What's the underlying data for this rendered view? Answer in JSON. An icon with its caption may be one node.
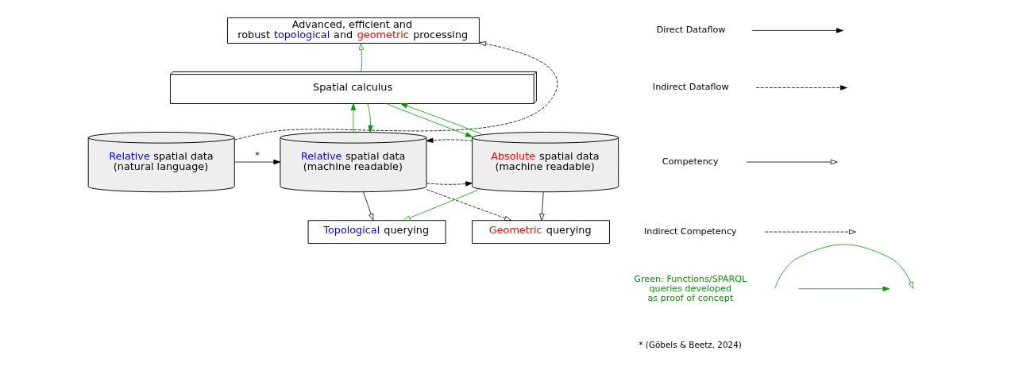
{
  "diagram": {
    "nodes": [
      {
        "text": [
          "Advanced, efficient and robust topological and geometric processing"
        ]
      },
      {
        "text": [
          "Spatial calculus"
        ]
      },
      {
        "text": [
          "Relative spatial data (natural language)"
        ]
      },
      {
        "text": [
          "Relative spatial data (machine readable)"
        ]
      },
      {
        "text": [
          "Absolute spatial data (machine readable)"
        ]
      },
      {
        "text": [
          "Topological querying"
        ]
      },
      {
        "text": [
          "Geometric querying"
        ]
      }
    ],
    "edges": [
      {
        "from": 2,
        "to": 0,
        "arrow": "to",
        "style": "dashed"
      },
      {
        "from": 1,
        "to": 0,
        "arrow": "to",
        "color": "#009900"
      },
      {
        "from": 3,
        "to": 1,
        "arrow": "to",
        "color": "#009900"
      },
      {
        "from": 1,
        "to": 3,
        "arrow": "to",
        "color": "#009900"
      },
      {
        "from": 4,
        "to": 1,
        "arrow": "to",
        "color": "#009900"
      },
      {
        "from": 1,
        "to": 4,
        "arrow": "to",
        "color": "#009900"
      },
      {
        "from": 2,
        "to": 3,
        "arrow": "to",
        "label": "*"
      },
      {
        "from": 3,
        "to": 4,
        "arrow": "to",
        "style": "dashed"
      },
      {
        "from": 4,
        "to": 3,
        "arrow": "to",
        "style": "dashed"
      },
      {
        "from": 3,
        "to": 5,
        "arrow": "to"
      },
      {
        "from": 3,
        "to": 6,
        "arrow": "to",
        "style": "dashed"
      },
      {
        "from": 4,
        "to": 5,
        "arrow": "to",
        "color": "#009900"
      },
      {
        "from": 4,
        "to": 6,
        "arrow": "to"
      }
    ],
    "labels": [
      "* (Göbels & Beetz, 2024)"
    ],
    "legend": [
      {
        "text": "Direct Dataflow"
      },
      {
        "text": "Indirect Dataflow"
      },
      {
        "text": "Competency"
      },
      {
        "text": "Indirect Competency"
      },
      {
        "text": "Green: Functions/SPARQL queries developed as proof of concept"
      }
    ]
  }
}
